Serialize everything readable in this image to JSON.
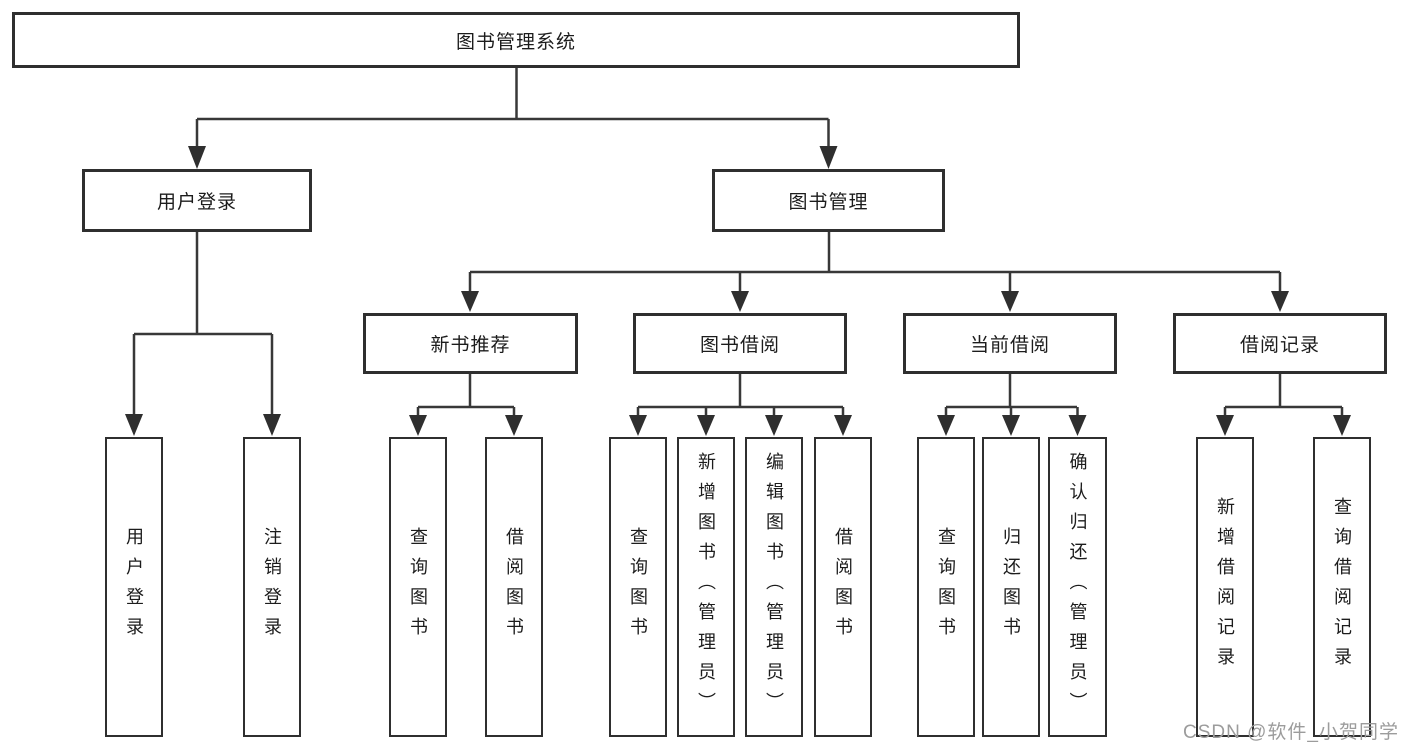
{
  "diagram": {
    "type": "hierarchy-tree",
    "colors": {
      "line": "#383838",
      "box_border": "#2f2f2f",
      "box_fill": "#ffffff",
      "text": "#1c1c1c",
      "watermark": "#9c9c9c",
      "background": "#ffffff"
    },
    "tree": {
      "root": {
        "label": "图书管理系统"
      },
      "branches": [
        {
          "label": "用户登录",
          "leaves": [
            {
              "label": "用户登录"
            },
            {
              "label": "注销登录"
            }
          ]
        },
        {
          "label": "图书管理",
          "groups": [
            {
              "label": "新书推荐",
              "leaves": [
                {
                  "label": "查询图书"
                },
                {
                  "label": "借阅图书"
                }
              ]
            },
            {
              "label": "图书借阅",
              "leaves": [
                {
                  "label": "查询图书"
                },
                {
                  "label": "新增图书（管理员）"
                },
                {
                  "label": "编辑图书（管理员）"
                },
                {
                  "label": "借阅图书"
                }
              ]
            },
            {
              "label": "当前借阅",
              "leaves": [
                {
                  "label": "查询图书"
                },
                {
                  "label": "归还图书"
                },
                {
                  "label": "确认归还（管理员）"
                }
              ]
            },
            {
              "label": "借阅记录",
              "leaves": [
                {
                  "label": "新增借阅记录"
                },
                {
                  "label": "查询借阅记录"
                }
              ]
            }
          ]
        }
      ]
    },
    "watermark": {
      "text": "CSDN @软件_小贺同学"
    }
  }
}
